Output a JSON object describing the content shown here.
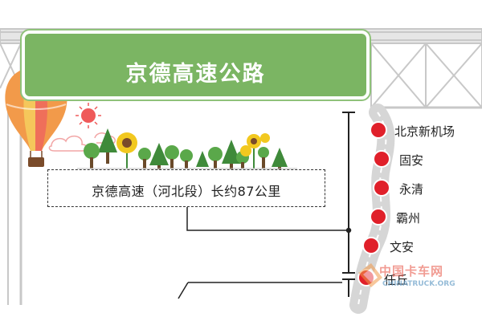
{
  "sign": {
    "title": "京德高速公路"
  },
  "section_label": "京德高速（河北段）长约87公里",
  "stations": [
    "北京新机场",
    "固安",
    "永清",
    "霸州",
    "文安",
    "任丘"
  ],
  "watermark": {
    "cn": "中国卡车网",
    "en": "CHINATRUCK.ORG"
  },
  "colors": {
    "sign_green": "#7bb563",
    "station_red": "#e0202a",
    "road_grey": "#d6d6d6",
    "tree_green": "#3f8a3a",
    "sunflower_yellow": "#f2c81f"
  }
}
